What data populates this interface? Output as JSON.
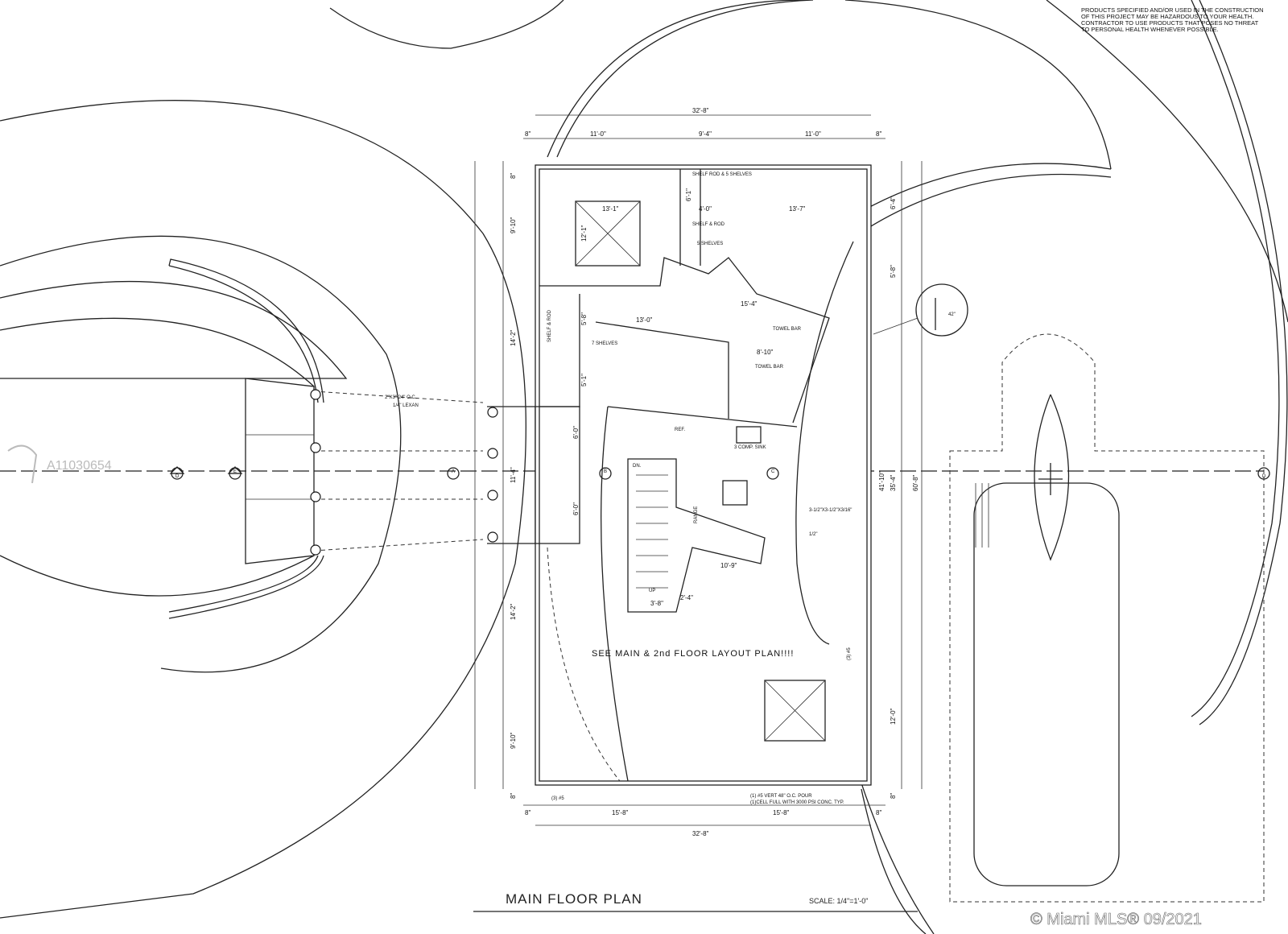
{
  "notes": {
    "line1": "PRODUCTS SPECIFIED AND/OR USED IN THE CONSTRUCTION",
    "line2": "OF THIS PROJECT MAY BE HAZARDOUS TO YOUR HEALTH.",
    "line3": "CONTRACTOR TO USE PRODUCTS THAT POSES NO THREAT",
    "line4": "TO PERSONAL HEALTH WHENEVER POSSIBLE."
  },
  "title": "MAIN FLOOR PLAN",
  "scale": "SCALE: 1/4\"=1'-0\"",
  "center_note": "SEE MAIN & 2nd FLOOR LAYOUT PLAN!!!!",
  "watermark_id": "A11030654",
  "copyright": "© Miami MLS® 09/2021",
  "dims_top": {
    "overall": "32'-8\"",
    "left_edge": "8\"",
    "a": "11'-0\"",
    "b": "9'-4\"",
    "c": "11'-0\"",
    "right_edge": "8\""
  },
  "dims_bottom": {
    "overall": "32'-8\"",
    "left_edge": "8\"",
    "a": "15'-8\"",
    "b": "15'-8\"",
    "right_edge": "8\""
  },
  "dims_left": {
    "top": "8\"",
    "a": "9'-10\"",
    "b": "14'-2\"",
    "c": "11'-4\"",
    "d": "14'-2\"",
    "e": "9'-10\"",
    "bottom": "8\""
  },
  "dims_right": {
    "a": "6'-4\"",
    "b": "5'-8\"",
    "c": "35'-4\"",
    "d": "12'-0\"",
    "e": "8\"",
    "overall": "60'-8\"",
    "inner": "41'-10\""
  },
  "rooms": {
    "shelf_rod_5": "SHELF ROD & 5 SHELVES",
    "shelf_rod": "SHELF & ROD",
    "five_shelves": "5 SHELVES",
    "seven_shelves": "7 SHELVES",
    "shelf_rod_left": "SHELF & ROD",
    "towel_bar_1": "TOWEL BAR",
    "towel_bar_2": "TOWEL BAR",
    "ref": "REF.",
    "sink": "3 COMP. SINK",
    "range": "RANGE",
    "up": "UP",
    "dn": "DN."
  },
  "room_dims": {
    "d13_1": "13'-1\"",
    "d13_7": "13'-7\"",
    "d12_1": "12'-1\"",
    "d4_0": "4'-0\"",
    "d6_1": "6'-1\"",
    "d13_0": "13'-0\"",
    "d15_4": "15'-4\"",
    "d10_9": "10'-9\"",
    "d3_8": "3'-8\"",
    "d2_4": "2'-4\"",
    "d6_0a": "6'-0\"",
    "d6_0b": "6'-0\"",
    "d5_1": "5'-1\"",
    "d5_8": "5'-8\"",
    "d8_10": "8'-10\""
  },
  "callouts": {
    "joists": "2\"X3\" 24\" O.C.",
    "lexan": "1/4\" LEXAN",
    "column": "3-1/2\"X3-1/2\"X3/16\"",
    "half": "1/2\"",
    "rebar_left": "(3) #5",
    "rebar_1": "(1) #5 VERT 48\" O.C. POUR",
    "rebar_2": "(1)CELL FULL WITH 3000 PSI CONC. TYP.",
    "rebar_right": "(3) #5",
    "railing": "42\""
  },
  "section_markers": [
    "D",
    "E",
    "A",
    "B",
    "C",
    "D"
  ]
}
